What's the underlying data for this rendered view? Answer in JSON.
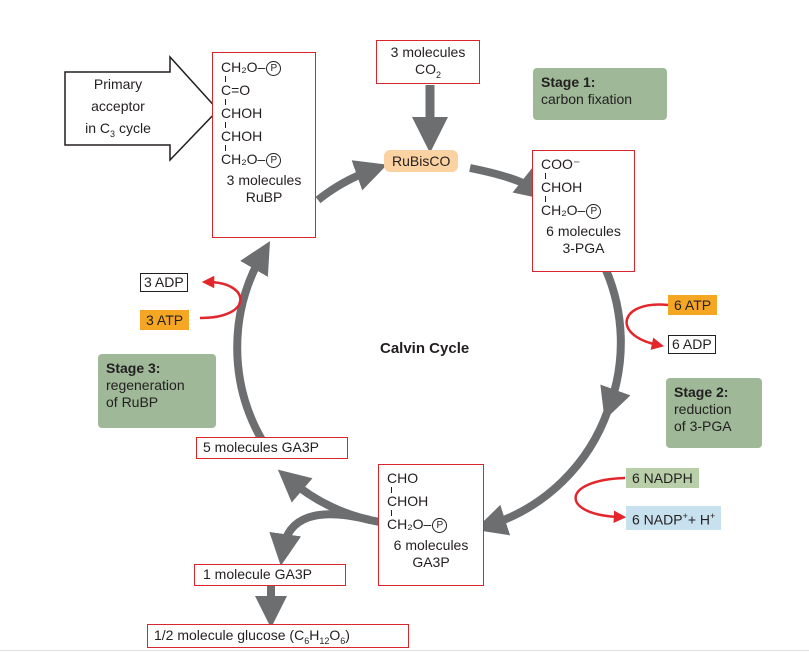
{
  "title": "Calvin Cycle",
  "co2_box": {
    "line1": "3 molecules",
    "line2_main": "CO",
    "line2_sub": "2"
  },
  "rubisco": "RuBisCO",
  "rubp_box": {
    "chem": [
      "CH₂O–",
      "C=O",
      "CHOH",
      "CHOH",
      "CH₂O–"
    ],
    "phosphate": "P",
    "label1": "3 molecules",
    "label2": "RuBP"
  },
  "pga_box": {
    "chem": [
      "COO⁻",
      "CHOH",
      "CH₂O–"
    ],
    "phosphate": "P",
    "label1": "6 molecules",
    "label2": "3-PGA"
  },
  "ga3p_box": {
    "chem": [
      "CHO",
      "CHOH",
      "CH₂O–"
    ],
    "phosphate": "P",
    "label1": "6 molecules",
    "label2": "GA3P"
  },
  "primary_acceptor": {
    "line1": "Primary",
    "line2": "acceptor",
    "line3_pre": "in C",
    "line3_sub": "3",
    "line3_post": " cycle"
  },
  "stage1": {
    "heading": "Stage 1:",
    "text": "carbon fixation"
  },
  "stage2": {
    "heading": "Stage 2:",
    "text1": "reduction",
    "text2": "of 3-PGA"
  },
  "stage3": {
    "heading": "Stage 3:",
    "text1": "regeneration",
    "text2": "of RuBP"
  },
  "atp_right": "6 ATP",
  "adp_right": "6 ADP",
  "nadph": "6 NADPH",
  "nadp": {
    "pre": "6 NADP",
    "sup1": "+",
    "mid": "+ H",
    "sup2": "+"
  },
  "atp_left": "3 ATP",
  "adp_left": "3 ADP",
  "ga3p_5": "5 molecules GA3P",
  "ga3p_1": "1 molecule GA3P",
  "glucose": {
    "pre": "1/2 molecule glucose (C",
    "s1": "6",
    "m1": "H",
    "s2": "12",
    "m2": "O",
    "s3": "6",
    "post": ")"
  },
  "colors": {
    "arrow": "#6d6e70",
    "box_border": "#d8262c",
    "stage_bg": "#9eb898",
    "atp": "#f5a623",
    "rubisco": "#fbd3a3",
    "nadp": "#c8e1ef",
    "red_arrow": "#e3262c"
  }
}
